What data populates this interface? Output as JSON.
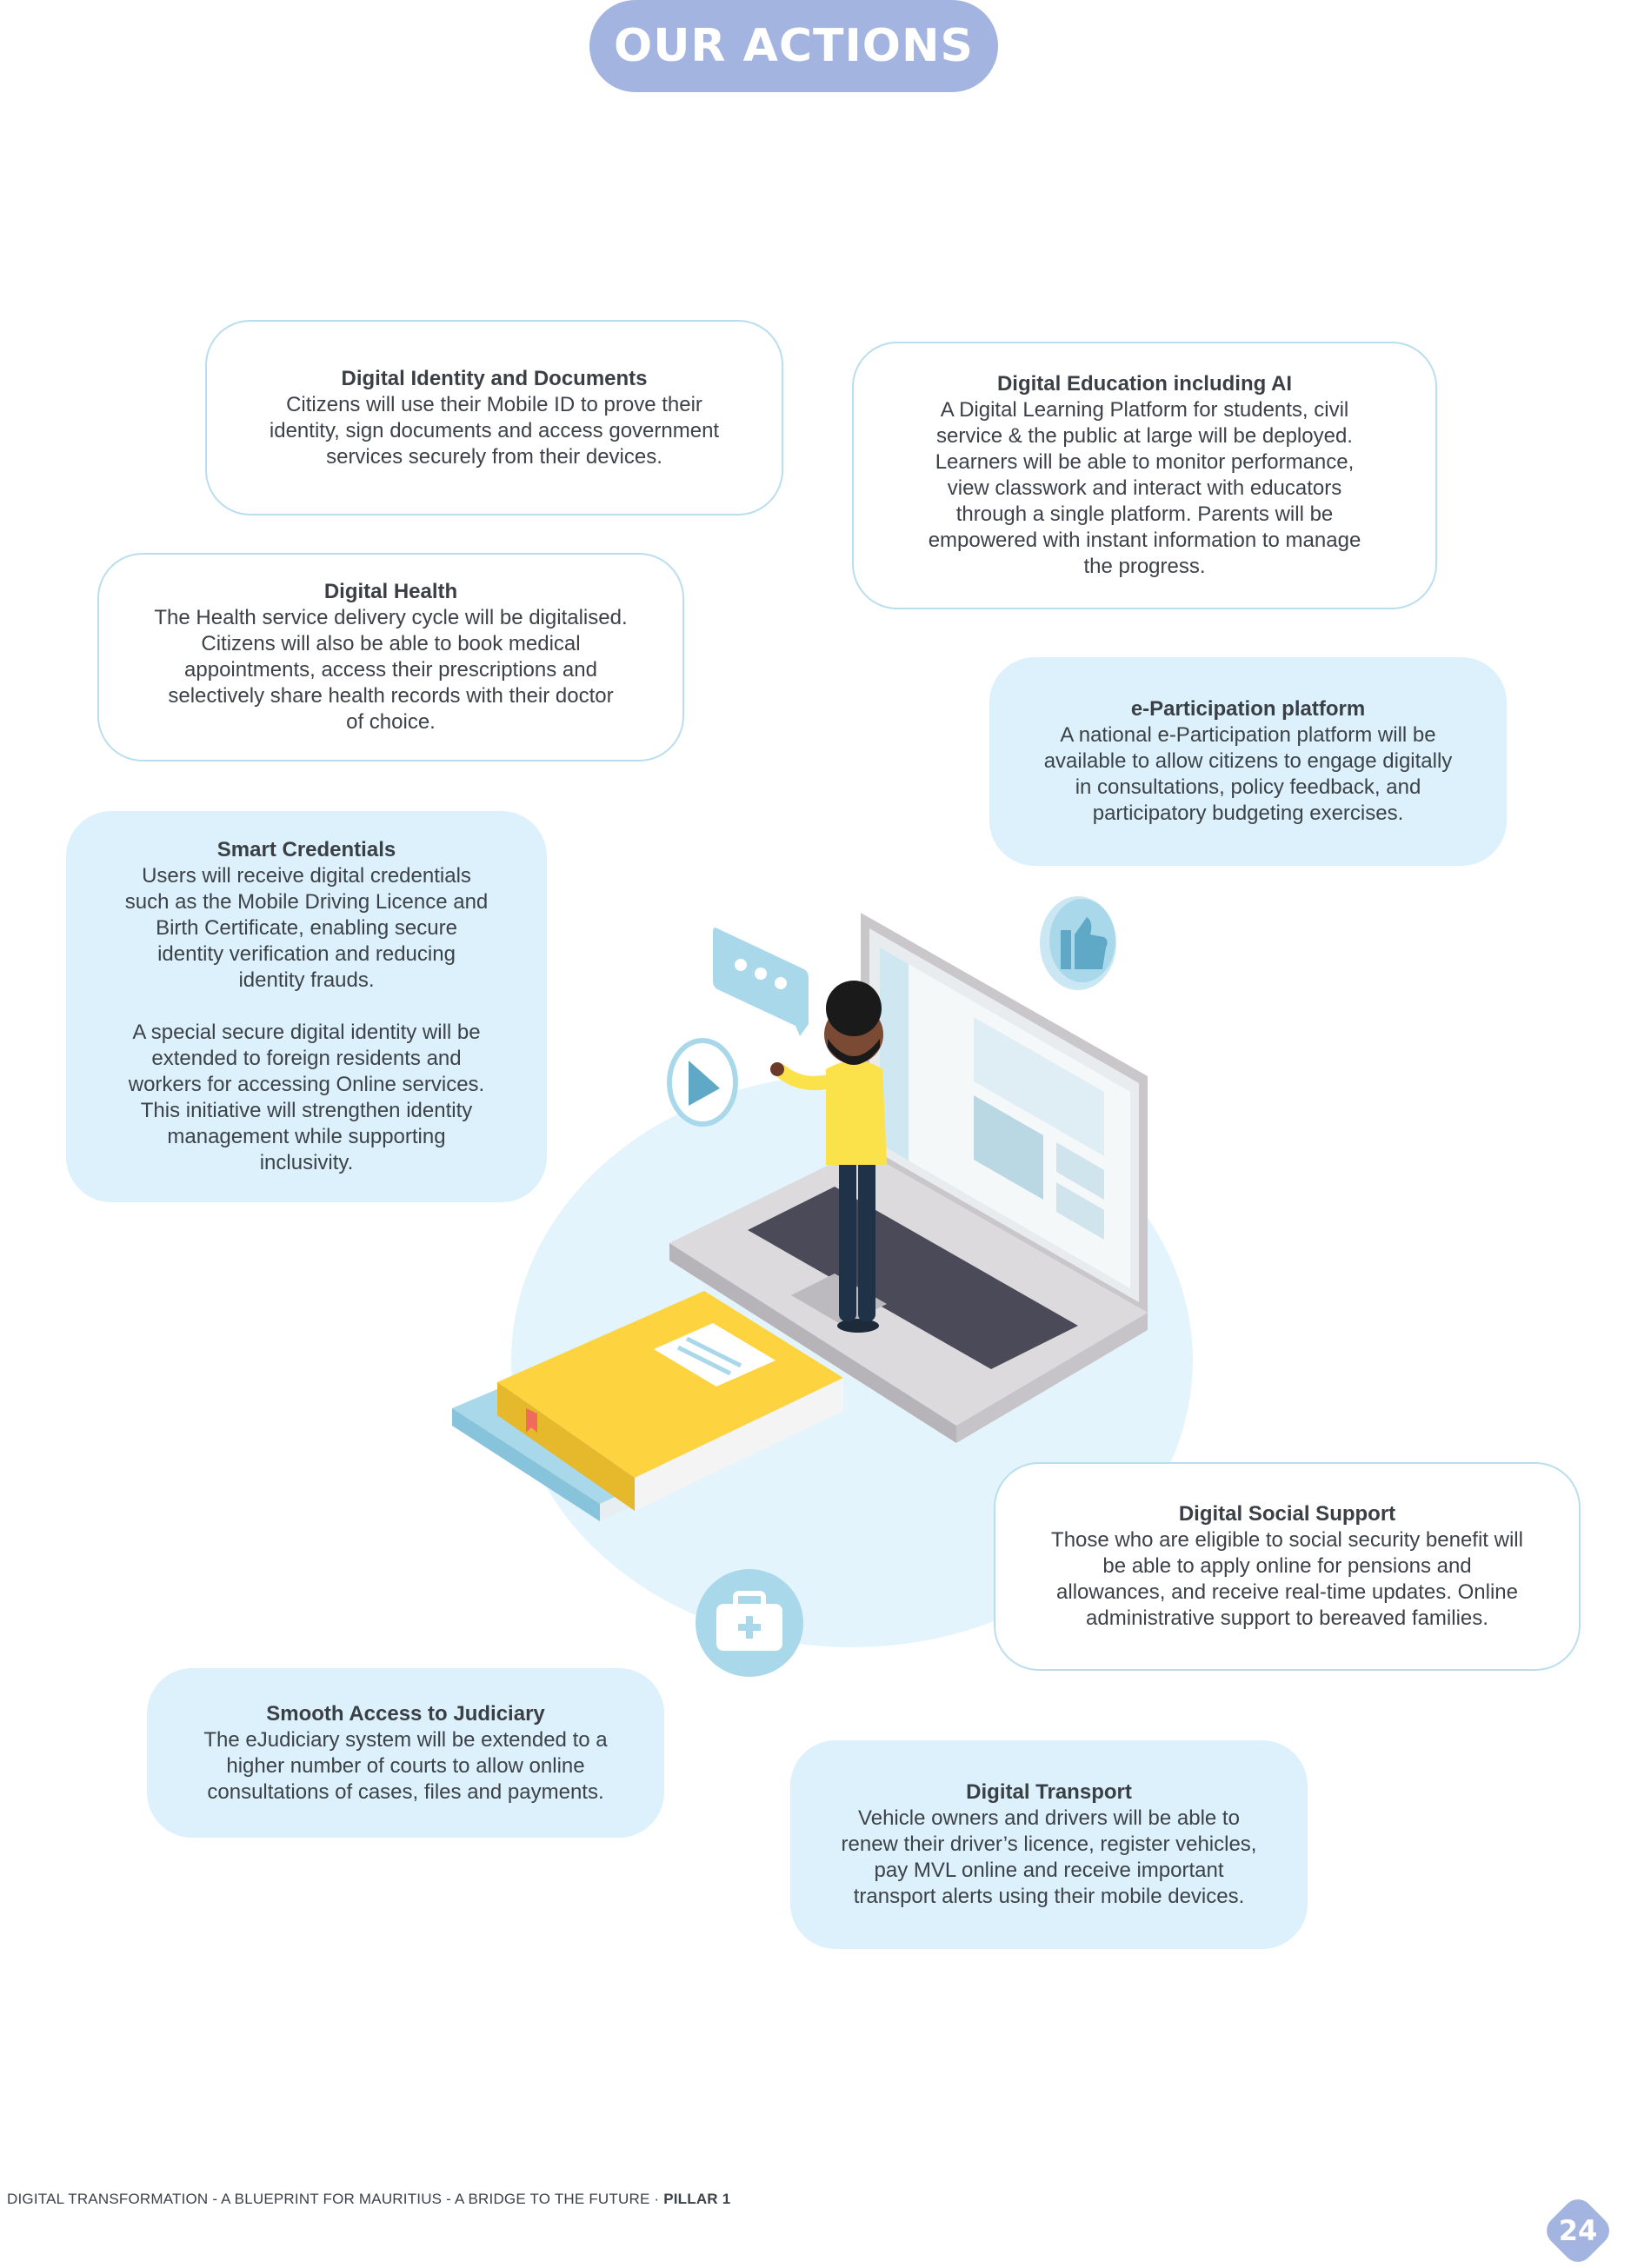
{
  "header": {
    "title": "OUR ACTIONS"
  },
  "cards": {
    "identity": {
      "title": "Digital Identity and Documents",
      "body": "Citizens will use their Mobile ID to prove their\nidentity, sign documents and access government\nservices securely from their devices."
    },
    "education": {
      "title": "Digital Education including AI",
      "body": "A Digital Learning Platform for students, civil\nservice & the public at large will be deployed.\nLearners  will be able to monitor performance,\nview classwork and interact with educators\nthrough a single platform. Parents will be\nempowered with instant information to manage\nthe progress."
    },
    "health": {
      "title": "Digital Health",
      "body": "The Health service delivery cycle will be digitalised.\nCitizens will also be able to book medical\nappointments, access their prescriptions and\nselectively share health records with their doctor\nof choice."
    },
    "eparticipation": {
      "title": "e-Participation platform",
      "body": "A national e-Participation platform will be\navailable to allow citizens to engage digitally\nin consultations, policy feedback, and\nparticipatory budgeting exercises."
    },
    "smart": {
      "title": "Smart Credentials",
      "body": "Users will receive digital credentials\nsuch as the Mobile Driving Licence and\nBirth Certificate, enabling secure\nidentity verification and reducing\nidentity frauds.",
      "body2": "A special secure digital identity will be\nextended to foreign residents and\nworkers for accessing Online services.\nThis initiative will strengthen identity\nmanagement while supporting\ninclusivity."
    },
    "social": {
      "title": "Digital Social Support",
      "body": "Those who are eligible to social security benefit will\nbe able to apply online for pensions and\nallowances, and receive real-time updates. Online\nadministrative support to bereaved families."
    },
    "judiciary": {
      "title": "Smooth Access to Judiciary",
      "body": "The eJudiciary system will be extended to a\nhigher number of courts to allow online\nconsultations of cases, files and payments."
    },
    "transport": {
      "title": "Digital Transport",
      "body": "Vehicle owners and drivers will be able to\nrenew their driver’s licence, register vehicles,\npay MVL online and receive important\ntransport alerts using their mobile devices."
    }
  },
  "footer": {
    "text": "DIGITAL TRANSFORMATION - A BLUEPRINT FOR MAURITIUS - A BRIDGE TO THE FUTURE · ",
    "pillar": "PILLAR 1",
    "page_number": "24"
  },
  "colors": {
    "accent": "#a3b4e0",
    "card_fill": "#dcf1fb",
    "card_border": "#b9def0",
    "book_yellow": "#fdd440",
    "book_blue": "#a9d8ea",
    "shirt_yellow": "#fbe14a"
  },
  "icons": [
    "chat-bubble-icon",
    "thumbs-up-icon",
    "play-icon",
    "first-aid-kit-icon"
  ]
}
